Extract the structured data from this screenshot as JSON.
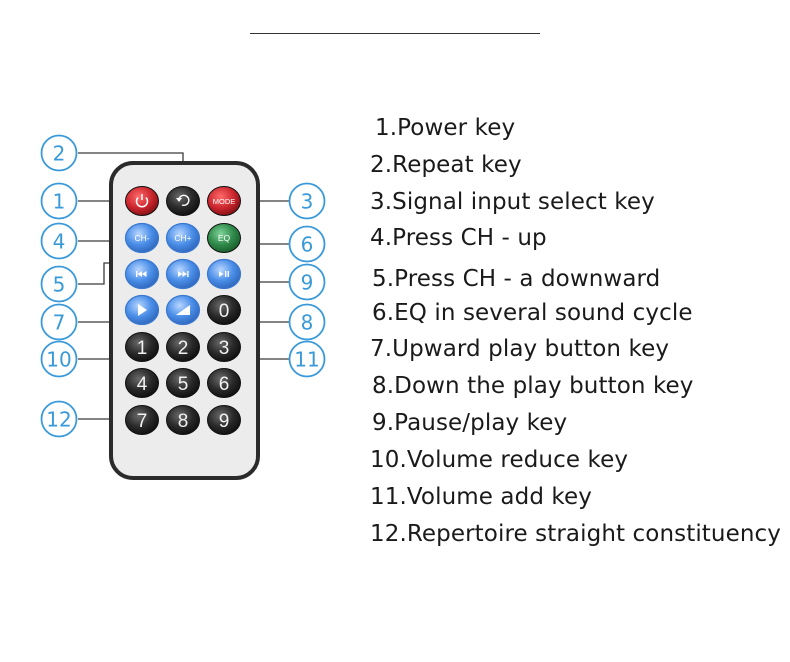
{
  "remote": {
    "rows": [
      [
        {
          "type": "power-icon",
          "color": "red"
        },
        {
          "type": "repeat-icon",
          "color": "dark"
        },
        {
          "label": "MODE",
          "color": "red"
        }
      ],
      [
        {
          "label": "CH-",
          "color": "blue"
        },
        {
          "label": "CH+",
          "color": "blue"
        },
        {
          "label": "EQ",
          "color": "green"
        }
      ],
      [
        {
          "type": "previous-icon",
          "color": "blue"
        },
        {
          "type": "next-icon",
          "color": "blue"
        },
        {
          "type": "play-pause-icon",
          "color": "blue"
        }
      ],
      [
        {
          "type": "volume-down-icon",
          "color": "blue"
        },
        {
          "type": "volume-up-icon",
          "color": "blue"
        },
        {
          "label": "0",
          "color": "dark"
        }
      ],
      [
        {
          "label": "1",
          "color": "dark"
        },
        {
          "label": "2",
          "color": "dark"
        },
        {
          "label": "3",
          "color": "dark"
        }
      ],
      [
        {
          "label": "4",
          "color": "dark"
        },
        {
          "label": "5",
          "color": "dark"
        },
        {
          "label": "6",
          "color": "dark"
        }
      ],
      [
        {
          "label": "7",
          "color": "dark"
        },
        {
          "label": "8",
          "color": "dark"
        },
        {
          "label": "9",
          "color": "dark"
        }
      ]
    ]
  },
  "callouts": [
    "1",
    "2",
    "3",
    "4",
    "5",
    "6",
    "7",
    "8",
    "9",
    "10",
    "11",
    "12"
  ],
  "key_descriptions": [
    "1.Power key",
    "2.Repeat key",
    "3.Signal input select key",
    "4.Press CH - up",
    "5.Press CH - a downward",
    "6.EQ in several sound cycle",
    "7.Upward play button key",
    "8.Down the play button key",
    "9.Pause/play key",
    "10.Volume reduce key",
    "11.Volume add key",
    "12.Repertoire straight constituency"
  ],
  "colors": {
    "callout": "#3a9ad9",
    "red": "#c8232b",
    "blue": "#4a8ee8",
    "green": "#2f8a4a",
    "dark": "#2a2a2a",
    "remote_body": "#ececec",
    "remote_border": "#2b2b2b"
  }
}
